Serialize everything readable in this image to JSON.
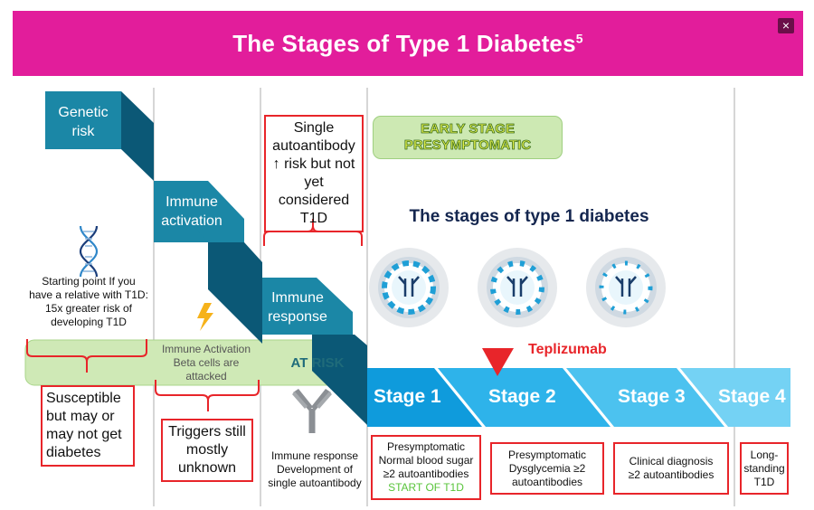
{
  "header": {
    "title": "The Stages of Type 1 Diabetes",
    "title_superscript": "5",
    "close_label": "×"
  },
  "columns": {
    "genetic_risk": {
      "label": "Genetic risk",
      "description": "Starting point If you have a relative with T1D: 15x greater risk of developing T1D",
      "outcome": "Susceptible but may or may not get diabetes"
    },
    "immune_activation": {
      "label": "Immune activation",
      "band_text": "Immune Activation Beta cells are attacked",
      "outcome": "Triggers still mostly unknown"
    },
    "immune_response": {
      "label": "Immune response",
      "note": "Single autoantibody ↑ risk but not yet considered T1D",
      "description": "Immune response Development of single autoantibody"
    }
  },
  "at_risk_label": "AT RISK",
  "early_stage_label": "EARLY STAGE PRESYMPTOMATIC",
  "stages_title": "The stages of type 1 diabetes",
  "teplizumab_label": "Teplizumab",
  "stages": [
    {
      "label": "Stage 1",
      "description": "Presymptomatic Normal blood sugar ≥2 autoantibodies",
      "highlight": "START OF T1D"
    },
    {
      "label": "Stage 2",
      "description": "Presymptomatic Dysglycemia ≥2 autoantibodies"
    },
    {
      "label": "Stage 3",
      "description": "Clinical diagnosis ≥2 autoantibodies"
    },
    {
      "label": "Stage 4",
      "description": "Long-standing T1D"
    }
  ],
  "colors": {
    "header": "#e21d9b",
    "teal_light": "#1b87a6",
    "teal_dark": "#0b5876",
    "stage_blue": "#13a8e6",
    "red": "#e8252a",
    "green_band": "#cde9b3",
    "start_green": "#58c43a"
  }
}
